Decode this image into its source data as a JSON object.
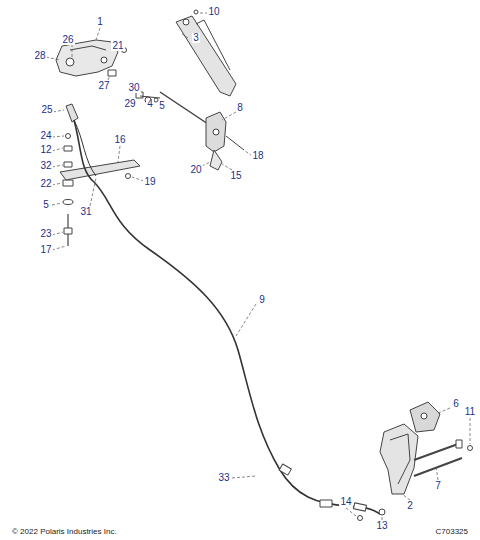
{
  "diagram": {
    "labels": [
      "1",
      "10",
      "3",
      "26",
      "21",
      "28",
      "27",
      "30",
      "29",
      "4",
      "5",
      "8",
      "25",
      "24",
      "16",
      "12",
      "32",
      "18",
      "20",
      "15",
      "19",
      "22",
      "5",
      "31",
      "23",
      "17",
      "9",
      "6",
      "11",
      "7",
      "33",
      "2",
      "14",
      "13",
      "© 2022 Polaris Industries Inc.",
      "C703325"
    ]
  }
}
